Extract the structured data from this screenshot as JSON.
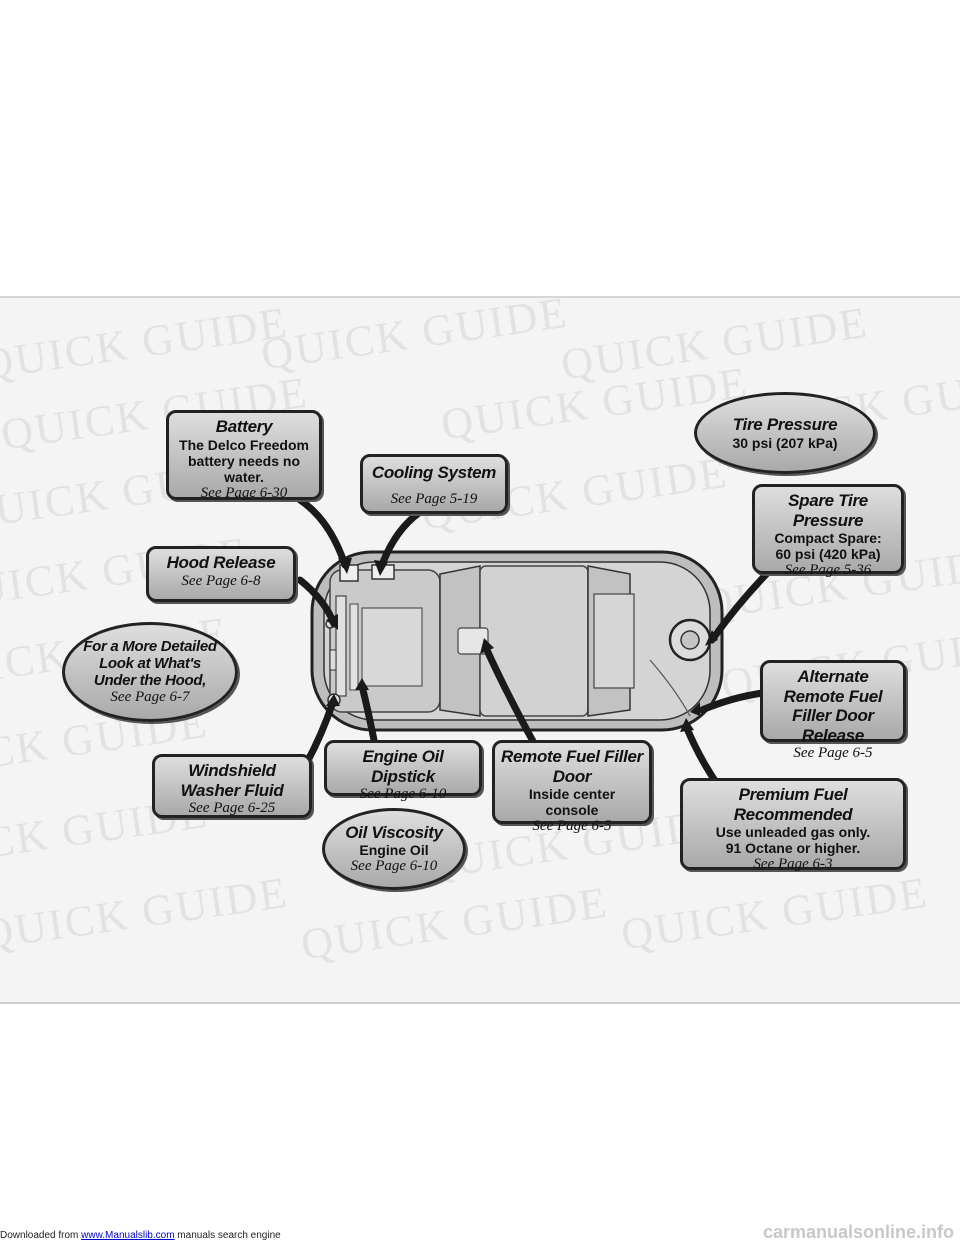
{
  "callouts": {
    "battery": {
      "heading": "Battery",
      "body": "The Delco Freedom battery needs no water.",
      "page": "See Page 6-30"
    },
    "cooling": {
      "heading": "Cooling System",
      "page": "See Page 5-19"
    },
    "tire_pressure": {
      "heading": "Tire Pressure",
      "body": "30 psi (207 kPa)"
    },
    "spare_tire": {
      "heading": "Spare Tire Pressure",
      "body1": "Compact Spare:",
      "body2": "60 psi (420 kPa)",
      "page": "See Page 5-36"
    },
    "hood_release": {
      "heading": "Hood Release",
      "page": "See Page 6-8"
    },
    "detailed_look": {
      "heading": "For a More Detailed Look at What's Under the Hood,",
      "page": "See Page 6-7"
    },
    "alt_remote": {
      "heading": "Alternate Remote Fuel Filler Door Release",
      "page": "See Page 6-5"
    },
    "washer": {
      "heading": "Windshield Washer Fluid",
      "page": "See Page 6-25"
    },
    "oil_dipstick": {
      "heading": "Engine Oil Dipstick",
      "page": "See Page 6-10"
    },
    "remote_fuel": {
      "heading": "Remote Fuel Filler Door",
      "body": "Inside center console",
      "page": "See Page 6-5"
    },
    "premium_fuel": {
      "heading": "Premium Fuel Recommended",
      "body1": "Use unleaded gas only.",
      "body2": "91 Octane or higher.",
      "page": "See Page 6-3"
    },
    "oil_viscosity": {
      "heading": "Oil Viscosity",
      "body": "Engine Oil",
      "page": "See Page 6-10"
    }
  },
  "watermark": {
    "text": "QUICK GUIDE"
  },
  "footer": {
    "prefix": "Downloaded from ",
    "link": "www.Manualslib.com",
    "suffix": " manuals search engine",
    "site": "carmanualsonline.info"
  }
}
